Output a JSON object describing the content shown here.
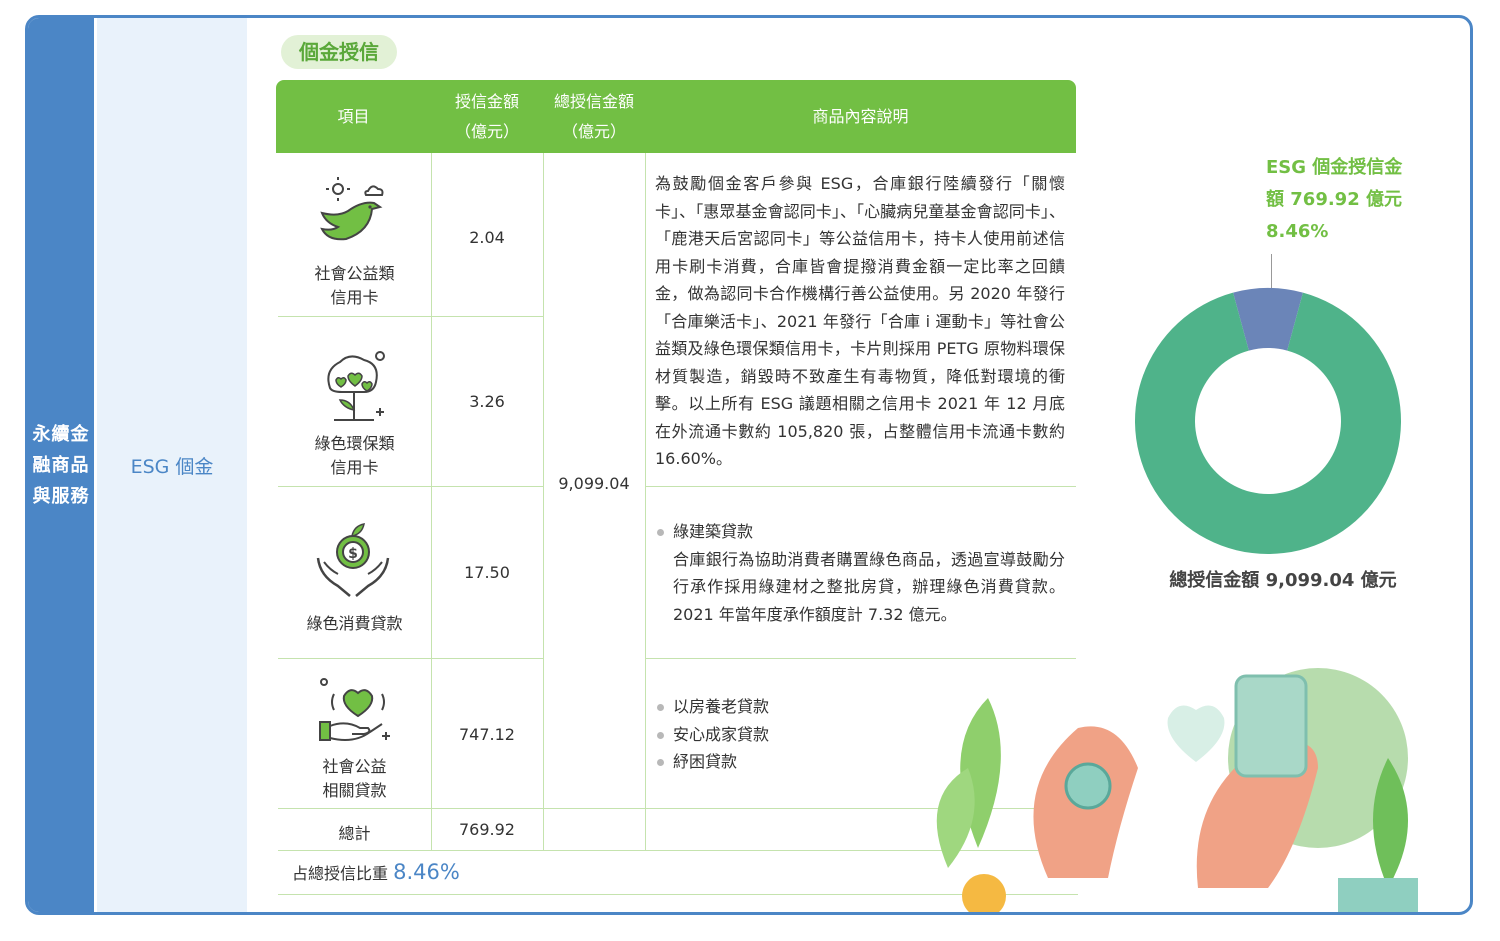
{
  "category": {
    "label": "永續金融商品與服務",
    "lines": [
      "永續金",
      "融商品",
      "與服務"
    ]
  },
  "subcategory": {
    "label": "ESG 個金"
  },
  "section_title": "個金授信",
  "table": {
    "headers": {
      "item": "項目",
      "credit_amount": "授信金額",
      "credit_unit": "（億元）",
      "total_credit": "總授信金額",
      "total_unit": "（億元）",
      "description": "商品內容說明"
    },
    "total_credit_value": "9,099.04",
    "rows": [
      {
        "name_l1": "社會公益類",
        "name_l2": "信用卡",
        "value": "2.04",
        "icon": "dove-sun-icon"
      },
      {
        "name_l1": "綠色環保類",
        "name_l2": "信用卡",
        "value": "3.26",
        "icon": "heart-tree-icon"
      },
      {
        "name_l1": "綠色消費貸款",
        "name_l2": "",
        "value": "17.50",
        "icon": "hands-money-icon"
      },
      {
        "name_l1": "社會公益",
        "name_l2": "相關貸款",
        "value": "747.12",
        "icon": "hand-heart-icon"
      }
    ],
    "description_cards": "為鼓勵個金客戶參與 ESG，合庫銀行陸續發行「關懷卡」、「惠眾基金會認同卡」、「心臟病兒童基金會認同卡」、「鹿港天后宮認同卡」等公益信用卡，持卡人使用前述信用卡刷卡消費，合庫皆會提撥消費金額一定比率之回饋金，做為認同卡合作機構行善公益使用。另 2020 年發行「合庫樂活卡」、2021 年發行「合庫 i 運動卡」等社會公益類及綠色環保類信用卡，卡片則採用 PETG 原物料環保材質製造，銷毀時不致產生有毒物質，降低對環境的衝擊。以上所有 ESG 議題相關之信用卡 2021 年 12 月底在外流通卡數約 105,820 張，占整體信用卡流通卡數約 16.60%。",
    "green_loan_title": "綠建築貸款",
    "green_loan_desc": "合庫銀行為協助消費者購置綠色商品，透過宣導鼓勵分行承作採用綠建材之整批房貸，辦理綠色消費貸款。2021 年當年度承作額度計 7.32 億元。",
    "social_loans": [
      "以房養老貸款",
      "安心成家貸款",
      "紓困貸款"
    ],
    "total_row_label": "總計",
    "total_row_value": "769.92",
    "ratio_label": "占總授信比重",
    "ratio_value": "8.46%"
  },
  "chart_data": {
    "type": "pie",
    "variant": "donut",
    "slices": [
      {
        "label": "ESG 個金授信金額",
        "value": 769.92,
        "percent": 8.46,
        "color": "#6b85b8"
      },
      {
        "label": "",
        "value": 8329.12,
        "percent": 91.54,
        "color": "#4fb38a"
      }
    ],
    "annotation_lines": [
      "ESG 個金授信金",
      "額 769.92 億元",
      "8.46%"
    ],
    "total_label": "總授信金額 9,099.04 億元"
  },
  "colors": {
    "brand_blue": "#4b86c6",
    "brand_green": "#72bf44",
    "donut_green": "#4fb38a",
    "donut_blue": "#6b85b8"
  }
}
